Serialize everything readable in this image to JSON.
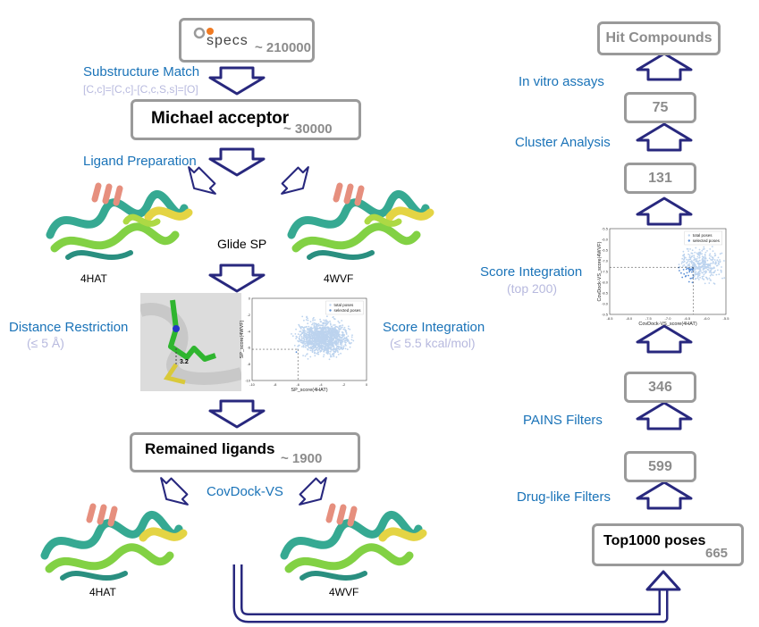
{
  "left": {
    "specs_box": {
      "logo": "specs",
      "count": "~ 210000"
    },
    "substructure": {
      "label": "Substructure Match",
      "smarts": "[C,c]=[C,c]-[C,c,S,s]=[O]"
    },
    "michael": {
      "label": "Michael acceptor",
      "count": "~ 30000"
    },
    "ligprep": "Ligand Preparation",
    "pdb_a": "4HAT",
    "pdb_b": "4WVF",
    "glide": "Glide SP",
    "distance": {
      "label": "Distance Restriction",
      "sub": "(≤ 5 Å)"
    },
    "score": {
      "label": "Score Integration",
      "sub": "(≤ 5.5 kcal/mol)"
    },
    "remained": {
      "label": "Remained ligands",
      "count": "~ 1900"
    },
    "covdock": "CovDock-VS",
    "pdb_c": "4HAT",
    "pdb_d": "4WVF",
    "distance_value": "3.2"
  },
  "right": {
    "hit": "Hit Compounds",
    "invitro": "In vitro assays",
    "n75": "75",
    "cluster": "Cluster Analysis",
    "n131": "131",
    "score": {
      "label": "Score Integration",
      "sub": "(top 200)"
    },
    "n346": "346",
    "pains": "PAINS Filters",
    "n599": "599",
    "druglike": "Drug-like Filters",
    "top": {
      "label": "Top1000 poses",
      "count": "665"
    }
  },
  "plot_sp": {
    "xlabel": "SP_score(4HAT)",
    "ylabel": "SP_score(4WVF)",
    "legend": [
      "total poses",
      "selected poses"
    ],
    "xticks": [
      "-10",
      "-8",
      "-6",
      "-4",
      "-2",
      "0"
    ],
    "yticks": [
      "0",
      "-2",
      "-4",
      "-6",
      "-8",
      "-10"
    ]
  },
  "plot_cov": {
    "xlabel": "CovDock-VS_score(4HAT)",
    "ylabel": "CovDock-VS_score(4WVF)",
    "legend": [
      "total poses",
      "selected poses"
    ],
    "xticks": [
      "-8.5",
      "-8.0",
      "-7.5",
      "-7.0",
      "-6.5",
      "-6.0",
      "-5.5"
    ],
    "yticks": [
      "-5.5",
      "-6.0",
      "-6.5",
      "-7.0",
      "-7.5",
      "-8.0",
      "-8.5",
      "-9.0",
      "-9.5"
    ]
  },
  "colors": {
    "arrow": "#28287e",
    "box": "#9a9a9a",
    "label_blue": "#1a73b8",
    "lavender": "#b7b9de",
    "point_total": "#bcd3ee",
    "point_selected": "#5b8fd6",
    "specs_orange": "#f07a22"
  }
}
